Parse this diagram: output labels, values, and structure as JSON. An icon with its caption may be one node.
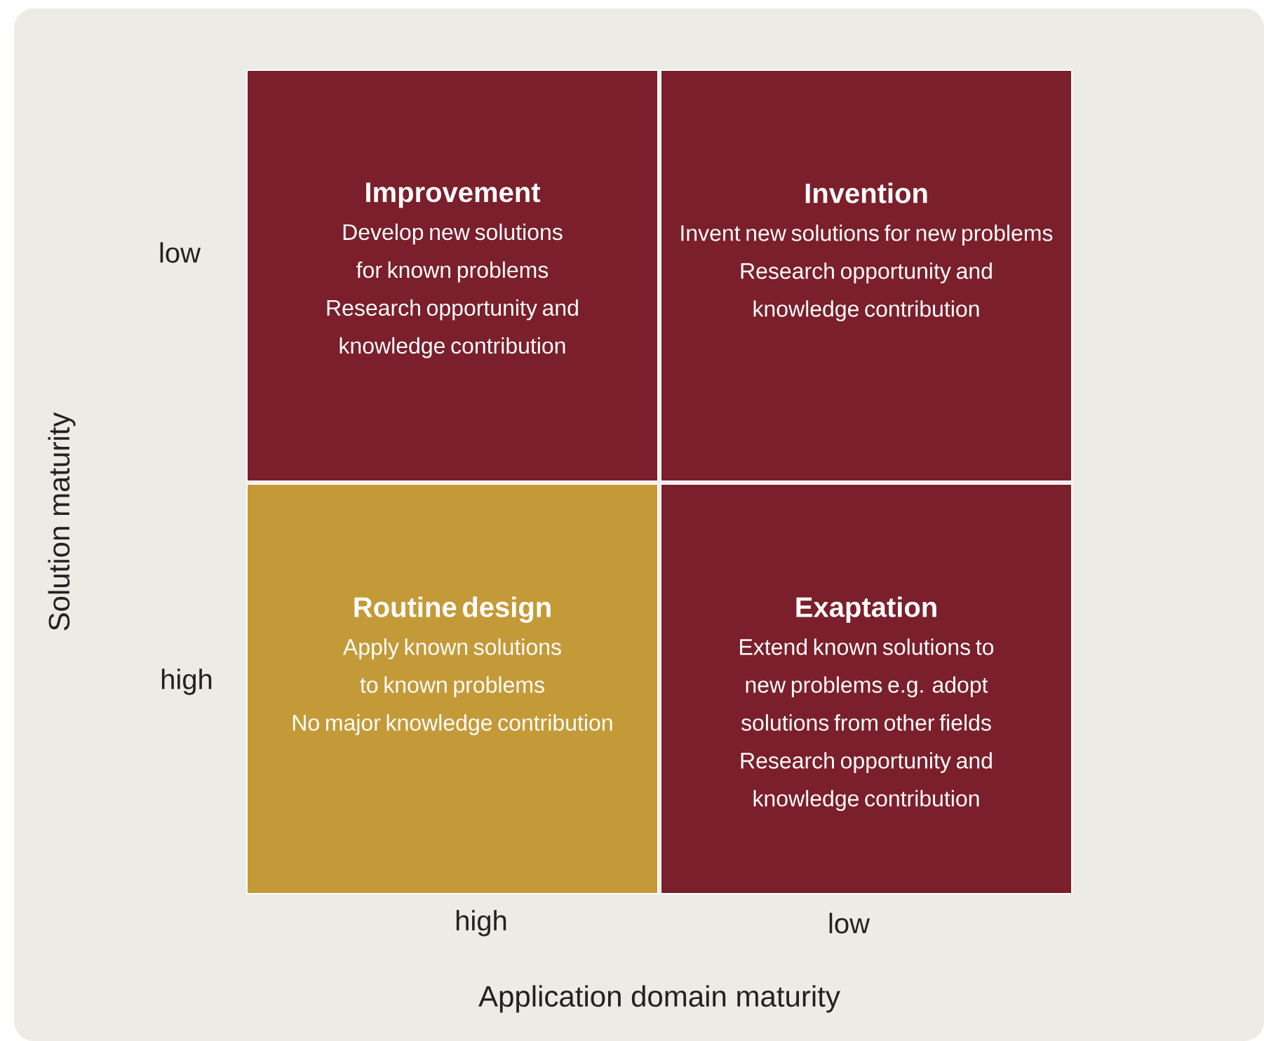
{
  "diagram": {
    "nodes": [
      {
        "text": [
          "Improvement",
          "Develop new solutions for known problems",
          "Research opportunity and knowledge contribution"
        ]
      },
      {
        "text": [
          "Invention",
          "Invent new solutions for new problems",
          "Research opportunity and knowledge contribution"
        ]
      },
      {
        "text": [
          "Routine design",
          "Apply known solutions to known problems",
          "No major knowledge contribution"
        ]
      },
      {
        "text": [
          "Exaptation",
          "Extend known solutions to new problems e.g. adopt solutions from other fields",
          "Research opportunity and knowledge contribution"
        ]
      }
    ],
    "labels": [
      "low",
      "Solution maturity",
      "high",
      "high",
      "low",
      "Application domain maturity"
    ]
  }
}
